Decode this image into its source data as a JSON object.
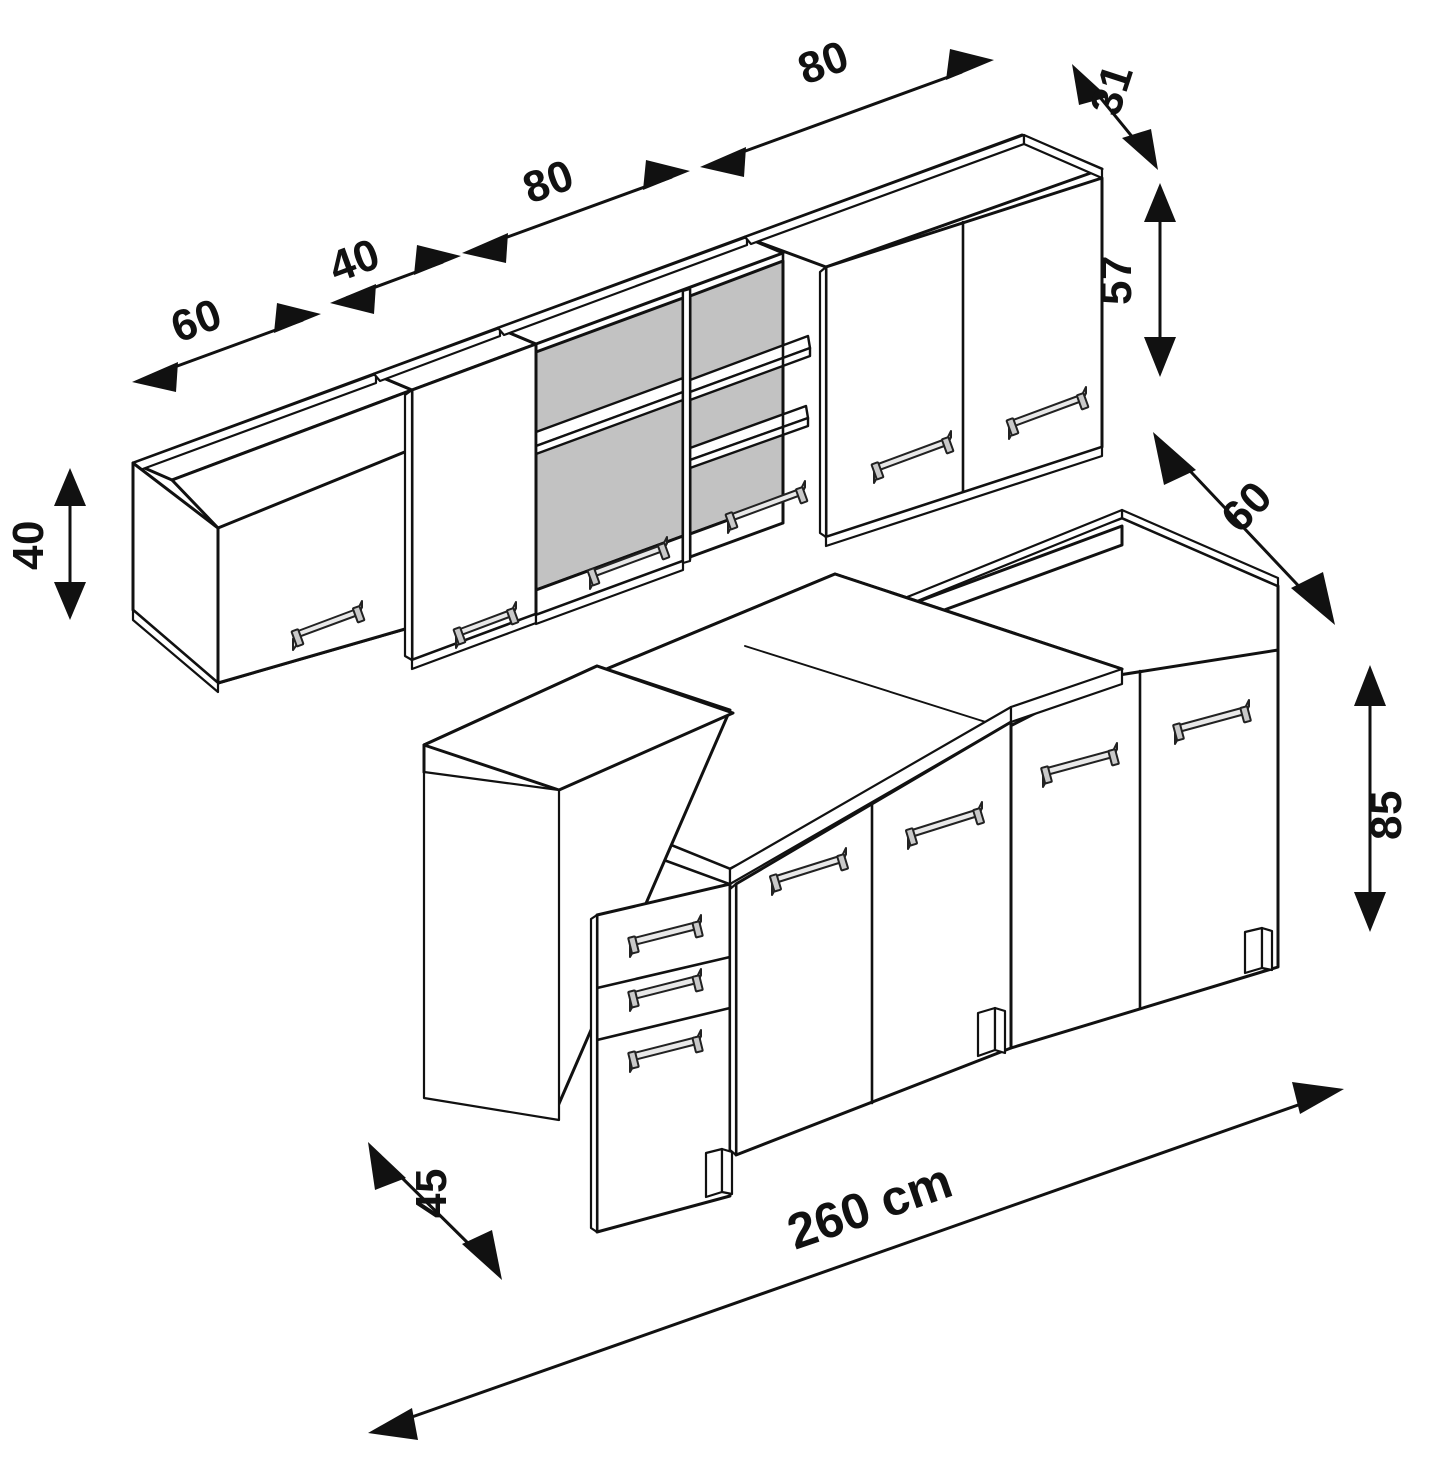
{
  "drawing": {
    "title": "Kitchen Cabinet Set Isometric Dimension Drawing",
    "background_color": "#ffffff",
    "line_color": "#111111",
    "glass_color": "#c2c2c2",
    "handle_color": "#e8e8e8"
  },
  "dimensions": {
    "upper_run": [
      {
        "id": "upper-w-60",
        "value": "60",
        "unit": "cm",
        "describes": "leftmost upper cabinet width"
      },
      {
        "id": "upper-w-40",
        "value": "40",
        "unit": "cm",
        "describes": "second upper cabinet width"
      },
      {
        "id": "upper-w-80a",
        "value": "80",
        "unit": "cm",
        "describes": "glass-front upper cabinet width"
      },
      {
        "id": "upper-w-80b",
        "value": "80",
        "unit": "cm",
        "describes": "right two-door upper cabinet width"
      }
    ],
    "upper_depth": {
      "id": "upper-depth-31",
      "value": "31",
      "unit": "cm",
      "describes": "upper cabinet depth"
    },
    "upper_height": {
      "id": "upper-height-57",
      "value": "57",
      "unit": "cm",
      "describes": "upper cabinet height"
    },
    "upper_short_height": {
      "id": "upper-short-40",
      "value": "40",
      "unit": "cm",
      "describes": "leftmost lift-up cabinet height"
    },
    "base_depth": {
      "id": "base-depth-60",
      "value": "60",
      "unit": "cm",
      "describes": "base cabinet depth"
    },
    "base_height": {
      "id": "base-height-85",
      "value": "85",
      "unit": "cm",
      "describes": "base cabinet height"
    },
    "base_side_depth": {
      "id": "base-side-45",
      "value": "45",
      "unit": "cm",
      "describes": "drawer unit depth"
    },
    "total_width": {
      "id": "total-width-260",
      "value": "260 cm",
      "unit": "cm",
      "describes": "total kitchen run width"
    }
  },
  "labels": {
    "w60": "60",
    "w40": "40",
    "w80a": "80",
    "w80b": "80",
    "d31": "31",
    "h57": "57",
    "h40": "40",
    "d60": "60",
    "h85": "85",
    "d45": "45",
    "total": "260 cm"
  },
  "components": {
    "upper_cabinets": [
      {
        "name": "lift-up-cabinet",
        "width": "60",
        "height": "40",
        "doors": 1,
        "glass": false
      },
      {
        "name": "single-door-cabinet",
        "width": "40",
        "height": "57",
        "doors": 1,
        "glass": false
      },
      {
        "name": "glass-door-cabinet",
        "width": "80",
        "height": "57",
        "doors": 2,
        "glass": true
      },
      {
        "name": "double-door-cabinet",
        "width": "80",
        "height": "57",
        "doors": 2,
        "glass": false
      }
    ],
    "base_cabinets": [
      {
        "name": "drawer-unit",
        "width": "40",
        "height": "85",
        "drawers": 3
      },
      {
        "name": "double-door-base-left",
        "width": "80",
        "height": "85",
        "doors": 2
      },
      {
        "name": "double-door-base-right",
        "width": "80",
        "height": "85",
        "doors": 2
      }
    ]
  }
}
